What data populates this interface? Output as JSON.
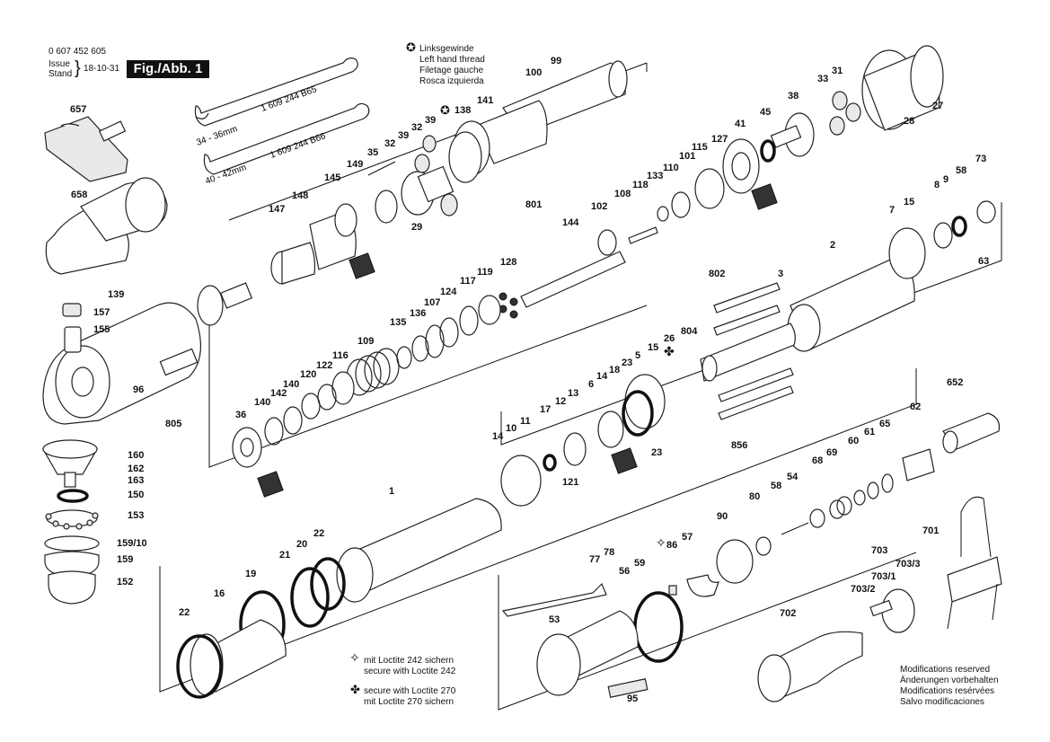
{
  "header": {
    "part_number": "0 607 452 605",
    "issue_label": "Issue",
    "stand_label": "Stand",
    "date": "18-10-31",
    "figure": "Fig./Abb. 1"
  },
  "legend_left_thread": [
    "Linksgewinde",
    "Left hand thread",
    "Filetage gauche",
    "Rosca izquierda"
  ],
  "legend_loctite_242": [
    "mit Loctite 242 sichern",
    "secure with Loctite 242"
  ],
  "legend_loctite_270": [
    "secure with Loctite 270",
    "mit Loctite 270 sichern"
  ],
  "modifications": [
    "Modifications reserved",
    "Änderungen vorbehalten",
    "Modifications resérvées",
    "Salvo modificaciones"
  ],
  "wrenches": [
    "1 609 244 B65",
    "34 - 36mm",
    "1 609 244 B66",
    "40 - 42mm"
  ],
  "part_labels": {
    "p657": "657",
    "p658": "658",
    "p139": "139",
    "p157": "157",
    "p155": "155",
    "p96": "96",
    "p805": "805",
    "p160": "160",
    "p162": "162",
    "p163": "163",
    "p150": "150",
    "p153": "153",
    "p1591": "159/10",
    "p159": "159",
    "p152": "152",
    "p149": "149",
    "p35": "35",
    "p32a": "32",
    "p39a": "39",
    "p32b": "32",
    "p39b": "39",
    "p138": "138",
    "p141": "141",
    "p100": "100",
    "p99": "99",
    "p145": "145",
    "p148": "148",
    "p147": "147",
    "p29": "29",
    "p801": "801",
    "p144": "144",
    "p102": "102",
    "p108": "108",
    "p118": "118",
    "p133": "133",
    "p110": "110",
    "p101": "101",
    "p115": "115",
    "p127": "127",
    "p41": "41",
    "p45": "45",
    "p38": "38",
    "p33": "33",
    "p31": "31",
    "p28": "28",
    "p27": "27",
    "p128": "128",
    "p119": "119",
    "p117": "117",
    "p124": "124",
    "p107": "107",
    "p136": "136",
    "p135": "135",
    "p109": "109",
    "p116": "116",
    "p122": "122",
    "p120": "120",
    "p140a": "140",
    "p142": "142",
    "p140b": "140",
    "p36": "36",
    "p802": "802",
    "p804": "804",
    "p3": "3",
    "p2": "2",
    "p7": "7",
    "p15a": "15",
    "p8": "8",
    "p9": "9",
    "p58a": "58",
    "p73": "73",
    "p63": "63",
    "p26": "26",
    "p15b": "15",
    "p5": "5",
    "p23a": "23",
    "p18": "18",
    "p14a": "14",
    "p6": "6",
    "p13": "13",
    "p12": "12",
    "p17": "17",
    "p11": "11",
    "p10": "10",
    "p14b": "14",
    "p121": "121",
    "p23b": "23",
    "p62": "62",
    "p652": "652",
    "p65": "65",
    "p61": "61",
    "p60": "60",
    "p69": "69",
    "p68": "68",
    "p856": "856",
    "p54": "54",
    "p58b": "58",
    "p80": "80",
    "p90": "90",
    "p1": "1",
    "p22a": "22",
    "p20": "20",
    "p21": "21",
    "p19": "19",
    "p16": "16",
    "p22b": "22",
    "p78": "78",
    "p77": "77",
    "p56": "56",
    "p59": "59",
    "p86": "86",
    "p57": "57",
    "p53": "53",
    "p95": "95",
    "p701": "701",
    "p703": "703",
    "p7031": "703/1",
    "p7033": "703/3",
    "p7032": "703/2",
    "p702": "702"
  }
}
